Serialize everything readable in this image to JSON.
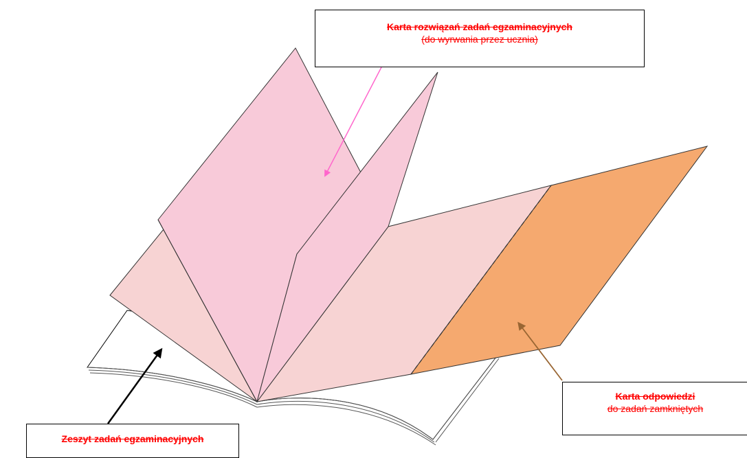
{
  "labels": {
    "solution_sheet": {
      "title": "Karta rozwiązań zadań egzaminacyjnych",
      "subtitle": "(do wyrwania przez ucznia)"
    },
    "answer_sheet": {
      "title": "Karta odpowiedzi",
      "subtitle": "do zadań zamkniętych"
    },
    "exam_booklet": {
      "title": "Zeszyt zadań egzaminacyjnych"
    }
  },
  "colors": {
    "label_text": "#ff0000",
    "pink_page": "#f8cad9",
    "light_pink_page": "#f7d3d3",
    "orange_page": "#f5a96f",
    "pink_arrow": "#ff66cc",
    "brown_arrow": "#996633",
    "black_arrow": "#000000"
  }
}
